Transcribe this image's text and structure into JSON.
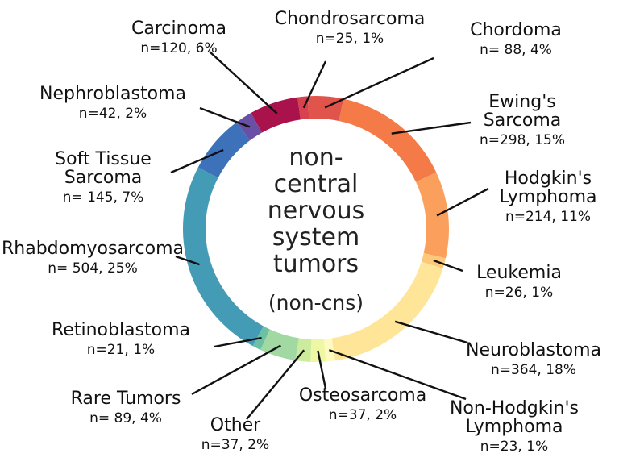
{
  "chart_data": {
    "type": "pie",
    "center_label": [
      "non-",
      "central",
      "nervous",
      "system",
      "tumors"
    ],
    "center_sublabel": "(non-cns)",
    "slices": [
      {
        "name": "Chondrosarcoma",
        "stat": "n=25, 1%",
        "value": 25,
        "color": "#d8424f"
      },
      {
        "name": "Chordoma",
        "stat": "n= 88, 4%",
        "value": 88,
        "color": "#e0544b"
      },
      {
        "name": "Ewing's Sarcoma",
        "stat": "n=298, 15%",
        "value": 298,
        "color": "#f47a48"
      },
      {
        "name": "Hodgkin's Lymphoma",
        "stat": "n=214, 11%",
        "value": 214,
        "color": "#fba05c"
      },
      {
        "name": "Leukemia",
        "stat": "n=26, 1%",
        "value": 26,
        "color": "#fdc87c"
      },
      {
        "name": "Neuroblastoma",
        "stat": "n=364, 18%",
        "value": 364,
        "color": "#fee597"
      },
      {
        "name": "Non-Hodgkin's Lymphoma",
        "stat": "n=23, 1%",
        "value": 23,
        "color": "#fffbc0"
      },
      {
        "name": "Osteosarcoma",
        "stat": "n=37, 2%",
        "value": 37,
        "color": "#eef7a4"
      },
      {
        "name": "Other",
        "stat": "n=37, 2%",
        "value": 37,
        "color": "#cdeb9d"
      },
      {
        "name": "Rare Tumors",
        "stat": "n= 89, 4%",
        "value": 89,
        "color": "#a2d9a3"
      },
      {
        "name": "Retinoblastoma",
        "stat": "n=21, 1%",
        "value": 21,
        "color": "#6cc1a5"
      },
      {
        "name": "Rhabdomyosarcoma",
        "stat": "n= 504, 25%",
        "value": 504,
        "color": "#449bb5"
      },
      {
        "name": "Soft Tissue Sarcoma",
        "stat": "n= 145, 7%",
        "value": 145,
        "color": "#3d72bb"
      },
      {
        "name": "Nephroblastoma",
        "stat": "n=42, 2%",
        "value": 42,
        "color": "#6a4fa6"
      },
      {
        "name": "Carcinoma",
        "stat": "n=120, 6%",
        "value": 120,
        "color": "#a9124a"
      }
    ]
  }
}
